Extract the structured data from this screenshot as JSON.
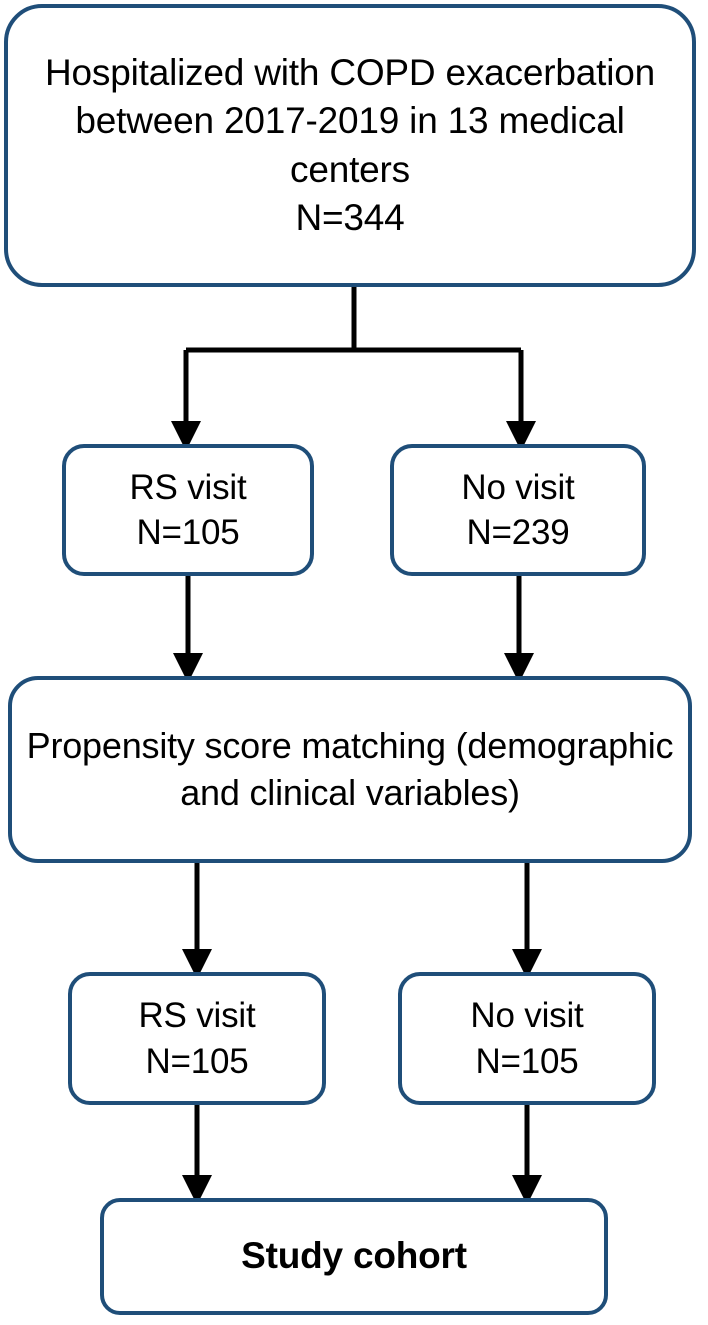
{
  "figure": {
    "type": "flowchart",
    "title": "Study cohort selection flow diagram",
    "orientation": "top-to-bottom",
    "colors": {
      "node_border": "#1F4E79",
      "node_fill": "#FFFFFF",
      "connector": "#000000",
      "text": "#000000"
    }
  },
  "nodes": [
    {
      "id": "cohort-source",
      "label": "Hospitalized with COPD exacerbation between 2017-2019 in 13 medical centers\nN=344",
      "n": 344,
      "level": 1
    },
    {
      "id": "rs-visit-pre",
      "label": "RS visit\nN=105",
      "n": 105,
      "level": 2
    },
    {
      "id": "no-visit-pre",
      "label": "No visit\nN=239",
      "n": 239,
      "level": 2
    },
    {
      "id": "propensity",
      "label": "Propensity score matching (demographic and clinical variables)",
      "level": 3
    },
    {
      "id": "rs-visit-post",
      "label": "RS visit\nN=105",
      "n": 105,
      "level": 4
    },
    {
      "id": "no-visit-post",
      "label": "No visit\nN=105",
      "n": 105,
      "level": 4
    },
    {
      "id": "study-cohort",
      "label": "Study cohort",
      "level": 5,
      "bold": true
    }
  ],
  "edges": [
    {
      "from": "cohort-source",
      "to": "rs-visit-pre",
      "style": "elbow-arrow"
    },
    {
      "from": "cohort-source",
      "to": "no-visit-pre",
      "style": "elbow-arrow"
    },
    {
      "from": "rs-visit-pre",
      "to": "propensity",
      "style": "straight-arrow"
    },
    {
      "from": "no-visit-pre",
      "to": "propensity",
      "style": "straight-arrow"
    },
    {
      "from": "propensity",
      "to": "rs-visit-post",
      "style": "straight-arrow"
    },
    {
      "from": "propensity",
      "to": "no-visit-post",
      "style": "straight-arrow"
    },
    {
      "from": "rs-visit-post",
      "to": "study-cohort",
      "style": "straight-arrow"
    },
    {
      "from": "no-visit-post",
      "to": "study-cohort",
      "style": "straight-arrow"
    }
  ]
}
